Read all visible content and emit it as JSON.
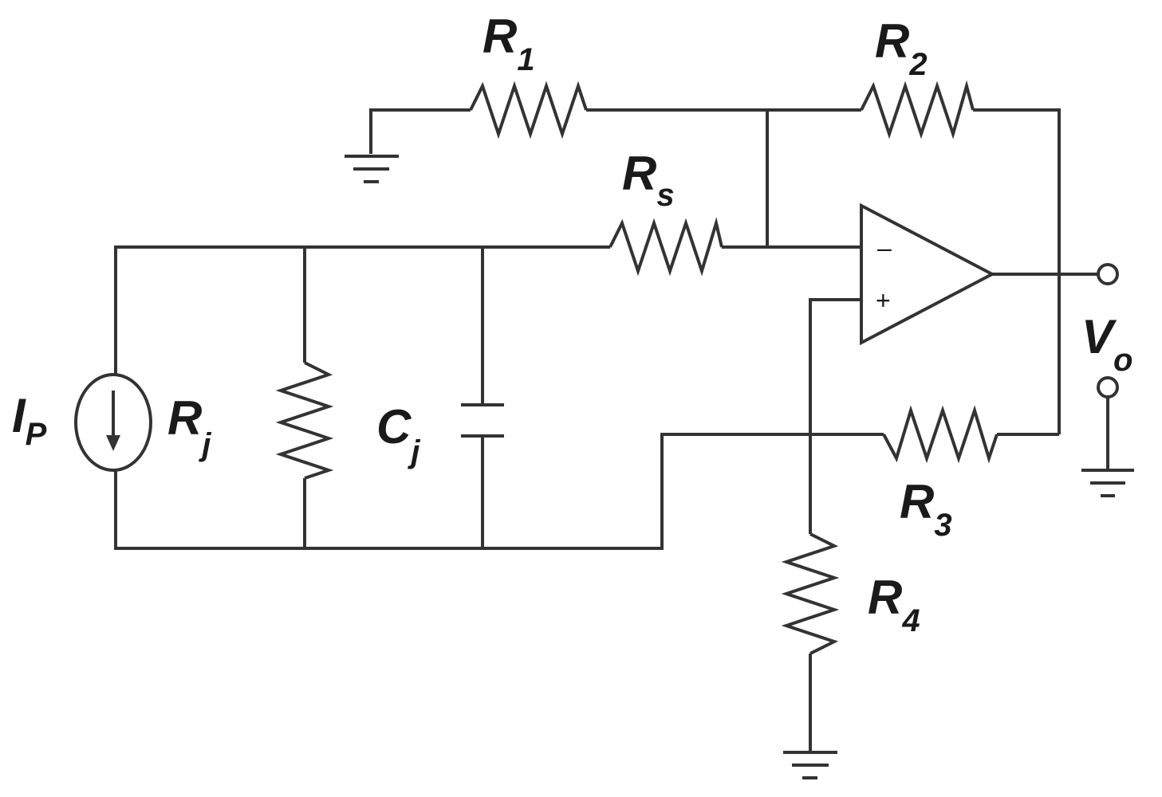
{
  "labels": {
    "r1": {
      "main": "R",
      "sub": "1"
    },
    "r2": {
      "main": "R",
      "sub": "2"
    },
    "rs": {
      "main": "R",
      "sub": "s"
    },
    "ip": {
      "main": "I",
      "sub": "P"
    },
    "rj": {
      "main": "R",
      "sub": "j"
    },
    "cj": {
      "main": "C",
      "sub": "j"
    },
    "r3": {
      "main": "R",
      "sub": "3"
    },
    "r4": {
      "main": "R",
      "sub": "4"
    },
    "vo": {
      "main": "V",
      "sub": "o"
    }
  },
  "opamp": {
    "inverting": "–",
    "noninverting": "+"
  }
}
